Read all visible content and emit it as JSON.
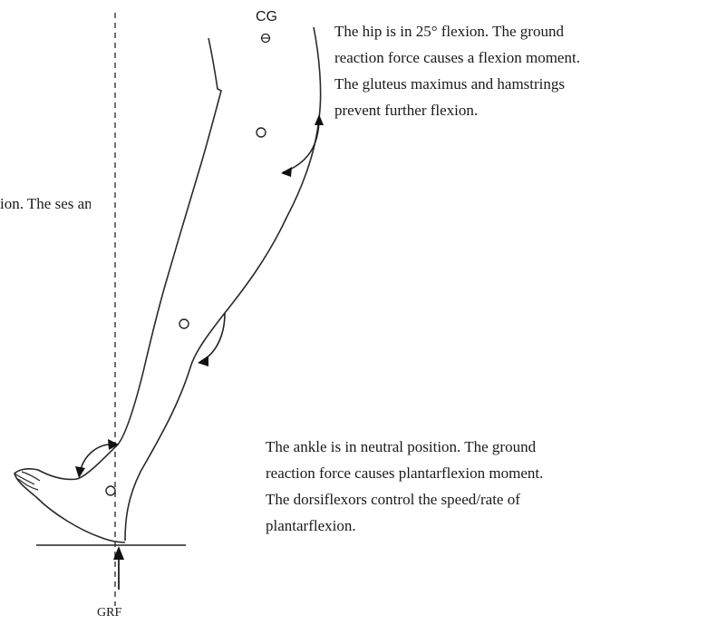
{
  "labels": {
    "cg": "CG",
    "grf": "GRF"
  },
  "notes": {
    "hip": "The hip is in 25° flexion. The ground\nreaction force causes a flexion moment.\nThe gluteus maximus and hamstrings\nprevent further flexion.",
    "knee": "ion. The\nses an\namstring\nxtension\ne.",
    "ankle": "The ankle is in neutral position. The ground\nreaction force causes plantarflexion moment.\nThe dorsiflexors control the speed/rate of\nplantarflexion."
  }
}
